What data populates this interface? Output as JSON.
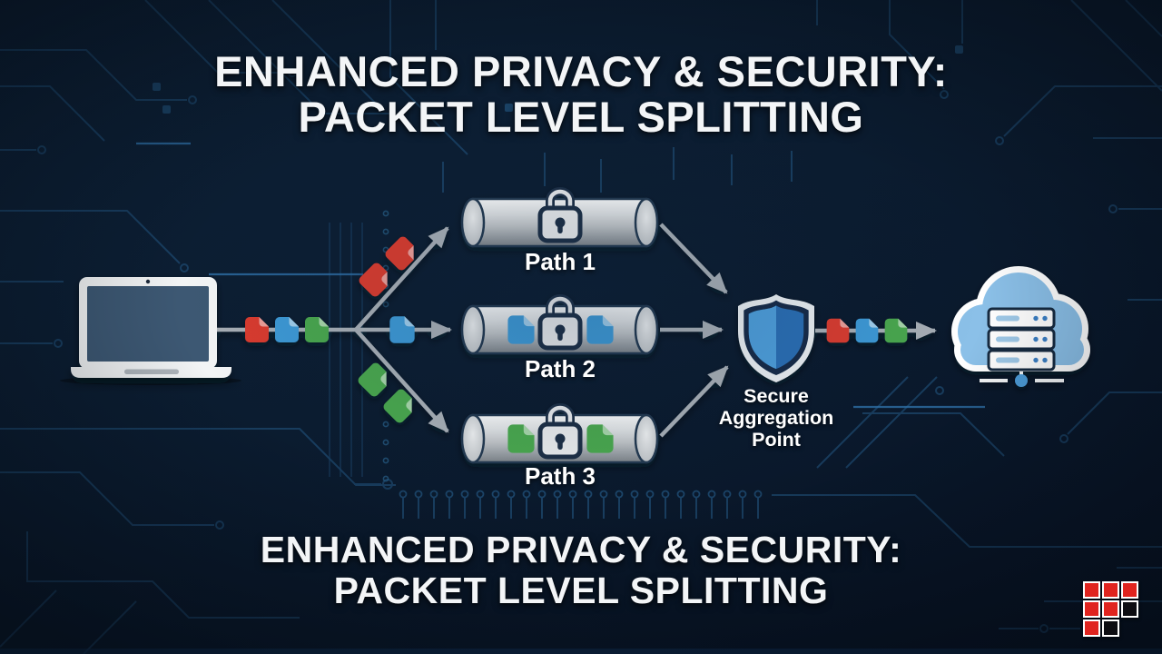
{
  "titles": {
    "top_line1": "ENHANCED PRIVACY & SECURITY:",
    "top_line2": "PACKET LEVEL SPLITTING",
    "bottom_line1": "ENHANCED PRIVACY & SECURITY:",
    "bottom_line2": "PACKET LEVEL SPLITTING"
  },
  "diagram": {
    "source_device": {
      "icon": "laptop-icon"
    },
    "outgoing_packets": [
      "red",
      "blue",
      "green"
    ],
    "paths": [
      {
        "label": "Path 1",
        "packet_color": "red",
        "lock": "padlock-icon"
      },
      {
        "label": "Path 2",
        "packet_color": "blue",
        "lock": "padlock-icon"
      },
      {
        "label": "Path 3",
        "packet_color": "green",
        "lock": "padlock-icon"
      }
    ],
    "aggregation_point": {
      "icon": "shield-icon",
      "label_line1": "Secure",
      "label_line2": "Aggregation",
      "label_line3": "Point"
    },
    "merged_packets": [
      "red",
      "blue",
      "green"
    ],
    "destination": {
      "icon": "cloud-server-icon"
    }
  },
  "logo": {
    "rows": [
      [
        "red",
        "red",
        "red"
      ],
      [
        "red",
        "red",
        "black"
      ],
      [
        "red",
        "black",
        ""
      ]
    ]
  },
  "colors": {
    "background": "#0a1a2e",
    "circuit_line": "#1e4b72",
    "circuit_bright": "#2e6fa6",
    "title_text": "#f3f5f7",
    "packet_red": "#d93a2e",
    "packet_blue": "#3d98d4",
    "packet_green": "#4aa64e",
    "connector_gray": "#a6adb4",
    "pipe_outline": "#233850",
    "lock_body": "#e6e8ea",
    "lock_outline": "#1b2e45",
    "shield_rim": "#e9edf0",
    "shield_left": "#4d9dd9",
    "shield_right": "#2b6db2",
    "cloud_fill": "#8bc0e8",
    "laptop_body": "#f2f4f5",
    "laptop_screen": "#3d5973",
    "logo_red": "#e0241f",
    "logo_black": "#0d0d12"
  }
}
